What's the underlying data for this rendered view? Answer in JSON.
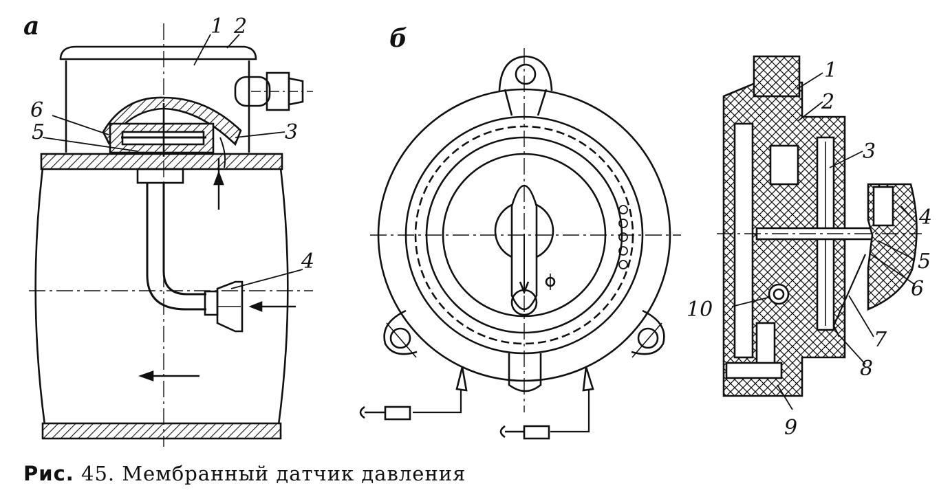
{
  "panels": {
    "a": "а",
    "b": "б"
  },
  "labels_a": [
    "1",
    "2",
    "3",
    "4",
    "5",
    "6"
  ],
  "labels_c": [
    "1",
    "2",
    "3",
    "4",
    "5",
    "6",
    "7",
    "8",
    "9",
    "10"
  ],
  "caption": {
    "prefix": "Рис.",
    "number": "45.",
    "title": "Мембранный датчик давления"
  }
}
